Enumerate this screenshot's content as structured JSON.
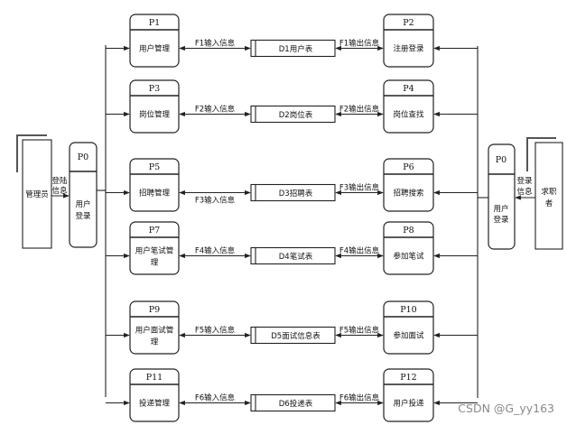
{
  "diagram": {
    "type": "data-flow-diagram",
    "entities": {
      "admin": {
        "label": "管理员"
      },
      "seeker": {
        "label_lines": [
          "求职",
          "者"
        ]
      }
    },
    "login_left": {
      "id": "P0",
      "label_lines": [
        "用户",
        "登录"
      ],
      "flow_lines": [
        "登陆",
        "信息"
      ]
    },
    "login_right": {
      "id": "P0",
      "label_lines": [
        "用户",
        "登录"
      ],
      "flow_lines": [
        "登录",
        "信息"
      ]
    },
    "rows": [
      {
        "left_id": "P1",
        "left_label": [
          "用户管理"
        ],
        "in_flow": "F1输入信息",
        "store": "D1用户表",
        "out_flow": "F1输出信息",
        "right_id": "P2",
        "right_label": [
          "注册登录"
        ]
      },
      {
        "left_id": "P3",
        "left_label": [
          "岗位管理"
        ],
        "in_flow": "F2输入信息",
        "store": "D2岗位表",
        "out_flow": "F2输出信息",
        "right_id": "P4",
        "right_label": [
          "岗位查找"
        ]
      },
      {
        "left_id": "P5",
        "left_label": [
          "招聘管理"
        ],
        "in_flow": "F3输入信息",
        "store": "D3招聘表",
        "out_flow": "F3输出信息",
        "right_id": "P6",
        "right_label": [
          "招聘搜索"
        ]
      },
      {
        "left_id": "P7",
        "left_label": [
          "用户笔试管",
          "理"
        ],
        "in_flow": "F4输入信息",
        "store": "D4笔试表",
        "out_flow": "F4输出信息",
        "right_id": "P8",
        "right_label": [
          "参加笔试"
        ]
      },
      {
        "left_id": "P9",
        "left_label": [
          "用户面试管",
          "理"
        ],
        "in_flow": "F5输入信息",
        "store": "D5面试信息表",
        "out_flow": "F5输出信息",
        "right_id": "P10",
        "right_label": [
          "参加面试"
        ]
      },
      {
        "left_id": "P11",
        "left_label": [
          "投递管理"
        ],
        "in_flow": "F6输入信息",
        "store": "D6投递表",
        "out_flow": "F6输出信息",
        "right_id": "P12",
        "right_label": [
          "用户投递"
        ]
      }
    ]
  },
  "watermark": "CSDN @G_yy163"
}
